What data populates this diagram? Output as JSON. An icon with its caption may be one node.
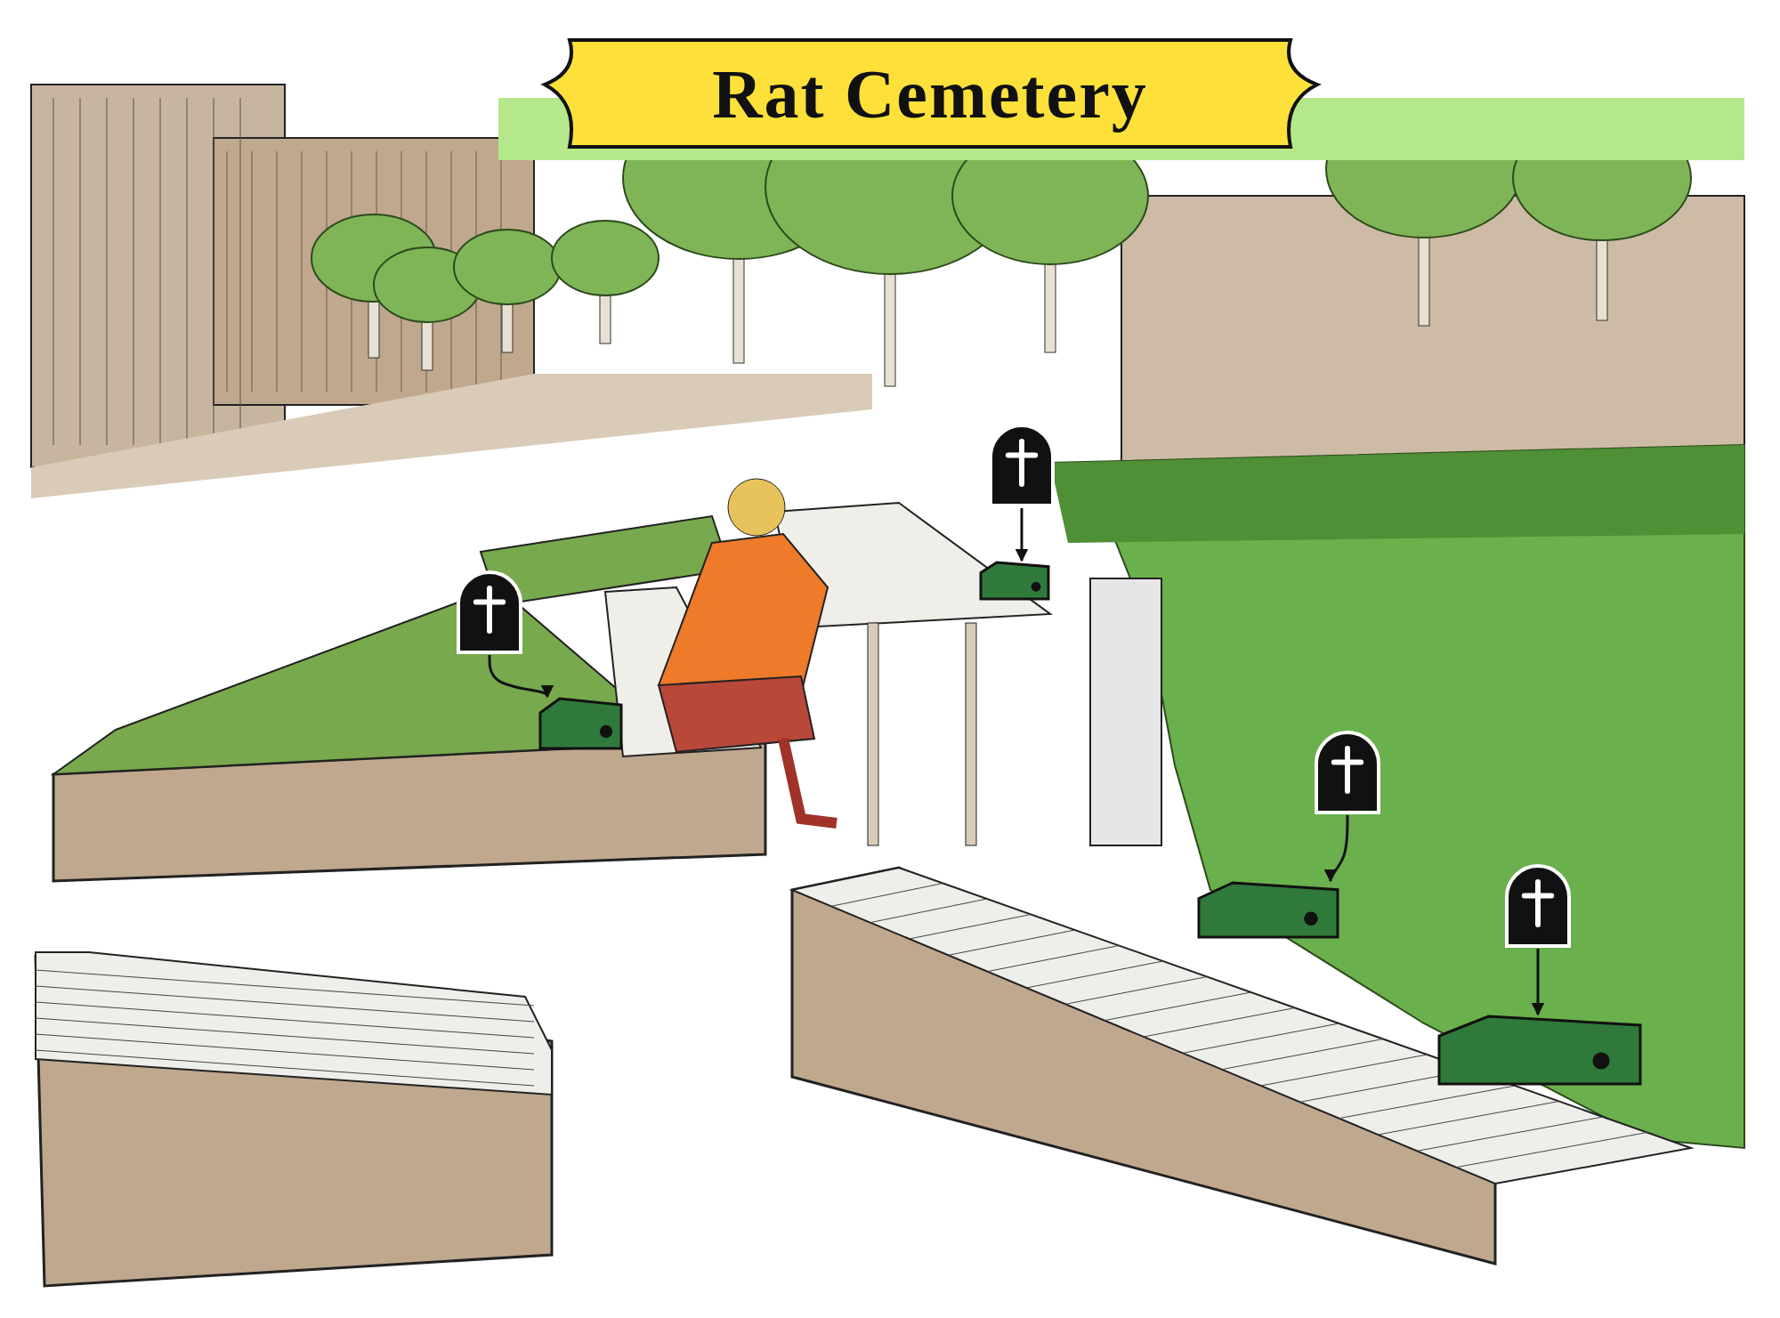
{
  "diagram": {
    "title": "Rat Cemetery",
    "nodes": [
      {
        "text": [],
        "shape": "picture"
      },
      {
        "text": [],
        "shape": "picture"
      },
      {
        "text": [],
        "shape": "picture"
      },
      {
        "text": [],
        "shape": "picture"
      },
      {
        "text": [],
        "shape": "box"
      },
      {
        "text": [],
        "shape": "box"
      },
      {
        "text": [],
        "shape": "box"
      },
      {
        "text": [],
        "shape": "box"
      }
    ],
    "edges": [
      {
        "from": 0,
        "to": 4,
        "arrow": "to"
      },
      {
        "from": 1,
        "to": 5,
        "arrow": "to"
      },
      {
        "from": 2,
        "to": 6,
        "arrow": "to"
      },
      {
        "from": 3,
        "to": 7,
        "arrow": "to"
      }
    ]
  }
}
